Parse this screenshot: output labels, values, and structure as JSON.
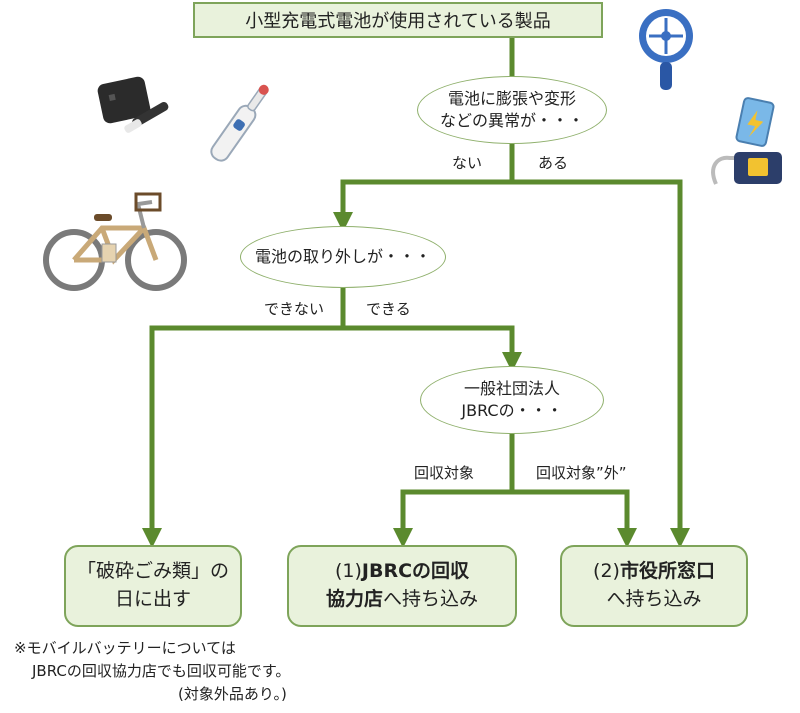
{
  "top_box": "小型充電式電池が使用されている製品",
  "q1": {
    "line1": "電池に膨張や変形",
    "line2": "などの異常が・・・",
    "no": "ない",
    "yes": "ある"
  },
  "q2": {
    "text": "電池の取り外しが・・・",
    "no": "できない",
    "yes": "できる"
  },
  "q3": {
    "line1": "一般社団法人",
    "line2": "JBRCの・・・",
    "target": "回収対象",
    "non_target": "回収対象”外”"
  },
  "results": {
    "crush": {
      "line1": "「破砕ごみ類」の",
      "line2": "日に出す"
    },
    "jbrc": {
      "prefix": "(1)",
      "bold1": "JBRCの回収",
      "bold2": "協力店",
      "rest": "へ持ち込み"
    },
    "city": {
      "prefix": "(2)",
      "bold1": "市役所窓口",
      "line2": "へ持ち込み"
    }
  },
  "note": {
    "line1": "※モバイルバッテリーについては",
    "line2": "JBRCの回収協力店でも回収可能です。",
    "line3": "(対象外品あり。)"
  },
  "colors": {
    "arrow": "#5b8a2e",
    "box_fill": "#e9f2dc",
    "box_border": "#7ea45a"
  },
  "icons": [
    "e-cigarette-icon",
    "electric-toothbrush-icon",
    "electric-bicycle-icon",
    "handheld-fan-icon",
    "smartphone-powerbank-icon"
  ]
}
